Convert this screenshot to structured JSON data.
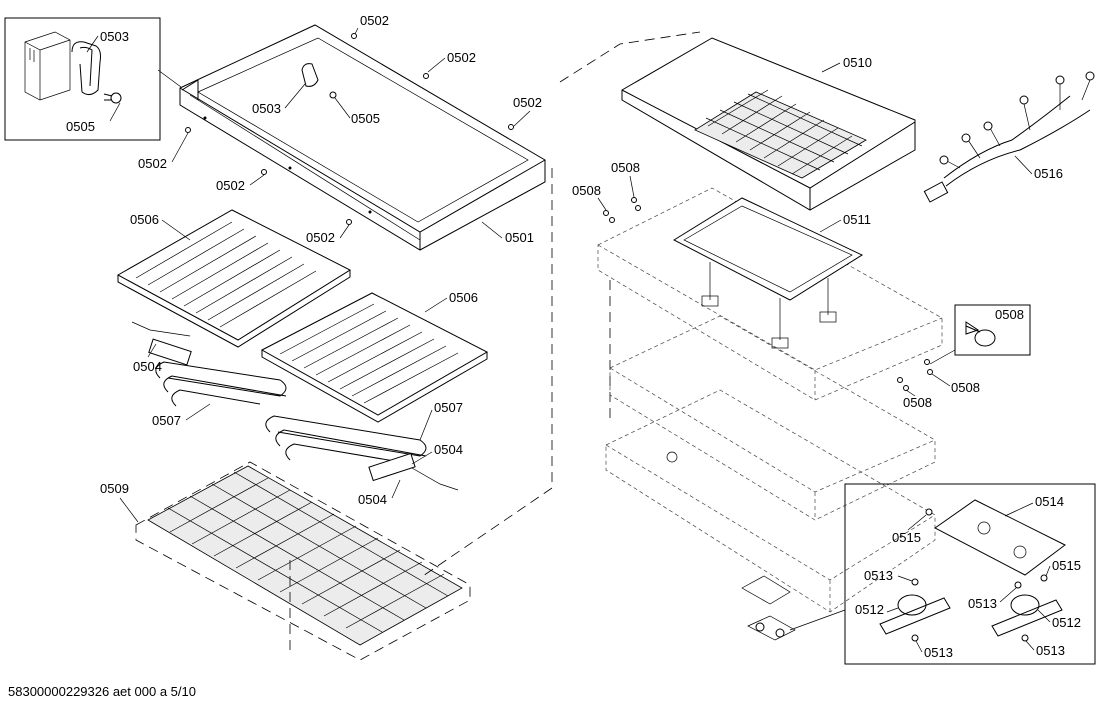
{
  "labels": {
    "l0502a": "0502",
    "l0502b": "0502",
    "l0502c": "0502",
    "l0502d": "0502",
    "l0502e": "0502",
    "l0502f": "0502",
    "l0503a": "0503",
    "l0503b": "0503",
    "l0505a": "0505",
    "l0505b": "0505",
    "l0501": "0501",
    "l0506a": "0506",
    "l0506b": "0506",
    "l0504a": "0504",
    "l0504b": "0504",
    "l0504c": "0504",
    "l0507a": "0507",
    "l0507b": "0507",
    "l0509": "0509",
    "l0510": "0510",
    "l0516": "0516",
    "l0508a": "0508",
    "l0508b": "0508",
    "l0508c": "0508",
    "l0508d": "0508",
    "l0508e": "0508",
    "l0511": "0511",
    "l0514": "0514",
    "l0515a": "0515",
    "l0515b": "0515",
    "l0513a": "0513",
    "l0513b": "0513",
    "l0513c": "0513",
    "l0513d": "0513",
    "l0512a": "0512",
    "l0512b": "0512"
  },
  "footer": {
    "doc_code": "58300000229326 aet 000 a 5/10"
  },
  "icons": {
    "screw": "screw-icon",
    "clip": "spring-clip-icon",
    "thermostat": "thermostat-icon"
  }
}
